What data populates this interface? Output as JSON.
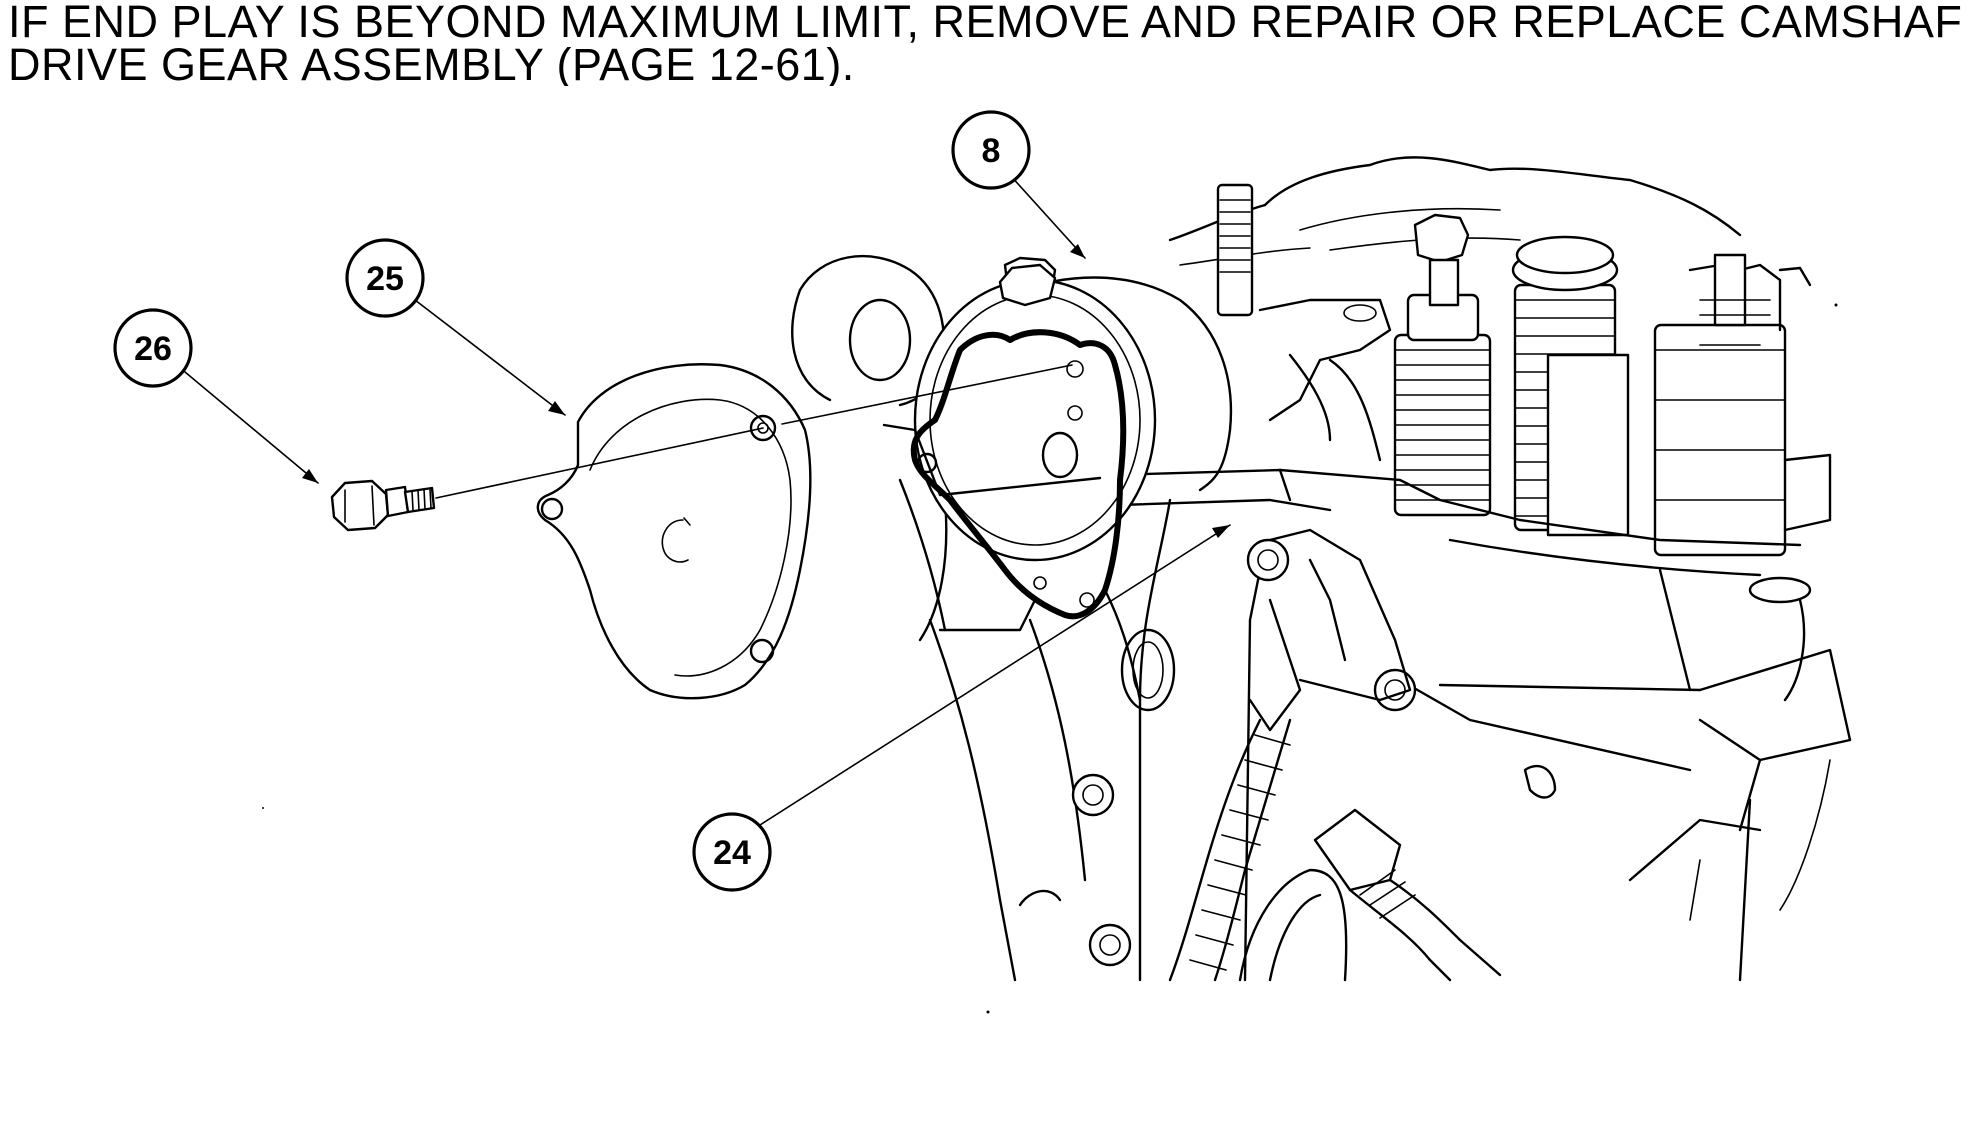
{
  "instruction": {
    "line1": "IF END PLAY IS BEYOND MAXIMUM LIMIT, REMOVE AND REPAIR OR REPLACE CAMSHAF",
    "line2": "DRIVE GEAR ASSEMBLY (PAGE 12-61)."
  },
  "callouts": {
    "c8": "8",
    "c25": "25",
    "c26": "26",
    "c24": "24"
  },
  "parts": {
    "bolt": "bolt",
    "cover": "cover",
    "gasket": "gasket",
    "engine": "engine"
  }
}
